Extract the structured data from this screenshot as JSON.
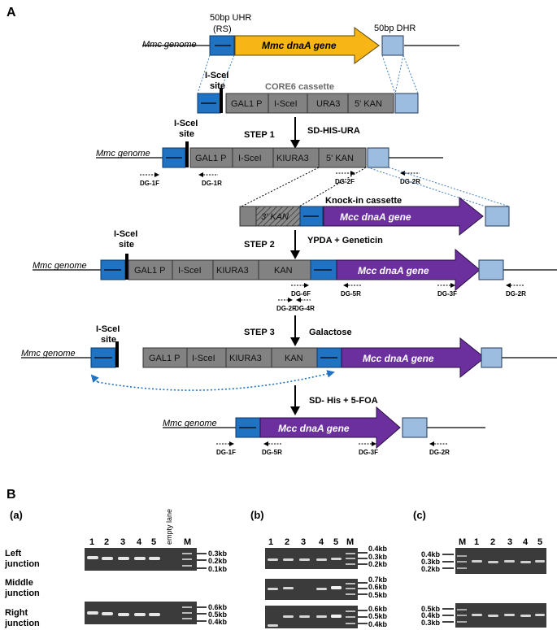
{
  "panel_a": {
    "label": "A",
    "genome": "Mmc genome",
    "uhr": "50bp UHR",
    "rs": "(RS)",
    "dhr": "50bp DHR",
    "mmc_gene": "Mmc dnaA gene",
    "isce_site_top": "I-SceI",
    "site": "site",
    "core6": "CORE6 cassette",
    "core6_boxes": [
      "GAL1 P",
      "I-SceI",
      "URA3",
      "5' KAN"
    ],
    "step1_label": "STEP 1",
    "step1_medium": "SD-HIS-URA",
    "step1_boxes": [
      "GAL1 P",
      "I-SceI",
      "KIURA3",
      "5' KAN"
    ],
    "primers_row1": [
      "DG-1F",
      "DG-1R",
      "DG-2F",
      "DG-2R"
    ],
    "knockin": "Knock-in cassette",
    "three_kan": "3' KAN",
    "mcc_gene": "Mcc dnaA gene",
    "step2_label": "STEP 2",
    "step2_medium": "YPDA + Geneticin",
    "step2_boxes": [
      "GAL1 P",
      "I-SceI",
      "KIURA3",
      "KAN"
    ],
    "primers_row2": [
      "DG-6F",
      "DG-5R",
      "DG-3F",
      "DG-2R",
      "DG-2F",
      "DG-4R"
    ],
    "step3_label": "STEP 3",
    "step3_medium": "Galactose",
    "step3_boxes": [
      "GAL1 P",
      "I-SceI",
      "KIURA3",
      "KAN"
    ],
    "step4_medium": "SD- His + 5-FOA",
    "primers_row3": [
      "DG-1F",
      "DG-5R",
      "DG-3F",
      "DG-2R"
    ]
  },
  "panel_b": {
    "label": "B",
    "sub_a": "(a)",
    "sub_b": "(b)",
    "sub_c": "(c)",
    "rows": [
      "Left",
      "junction",
      "Middle",
      "junction",
      "Right",
      "junction"
    ],
    "lanes_a": [
      "1",
      "2",
      "3",
      "4",
      "5",
      "empty lane",
      "M"
    ],
    "lanes_b": [
      "1",
      "2",
      "3",
      "4",
      "5",
      "M"
    ],
    "lanes_c": [
      "M",
      "1",
      "2",
      "3",
      "4",
      "5"
    ],
    "a_left_sizes": [
      "0.3kb",
      "0.2kb",
      "0.1kb"
    ],
    "a_right_sizes": [
      "0.6kb",
      "0.5kb",
      "0.4kb"
    ],
    "b_left_sizes": [
      "0.4kb",
      "0.3kb",
      "0.2kb"
    ],
    "b_mid_sizes": [
      "0.7kb",
      "0.6kb",
      "0.5kb"
    ],
    "b_right_sizes": [
      "0.6kb",
      "0.5kb",
      "0.4kb"
    ],
    "c_top_sizes": [
      "0.4kb",
      "0.3kb",
      "0.2kb"
    ],
    "c_bot_sizes": [
      "0.5kb",
      "0.4kb",
      "0.3kb"
    ]
  },
  "colors": {
    "yellow_gene": "#f8b616",
    "purple_gene": "#6b2f9e",
    "blue": "#1f73c2",
    "light_blue": "#9dbde0",
    "gray": "#828282"
  }
}
